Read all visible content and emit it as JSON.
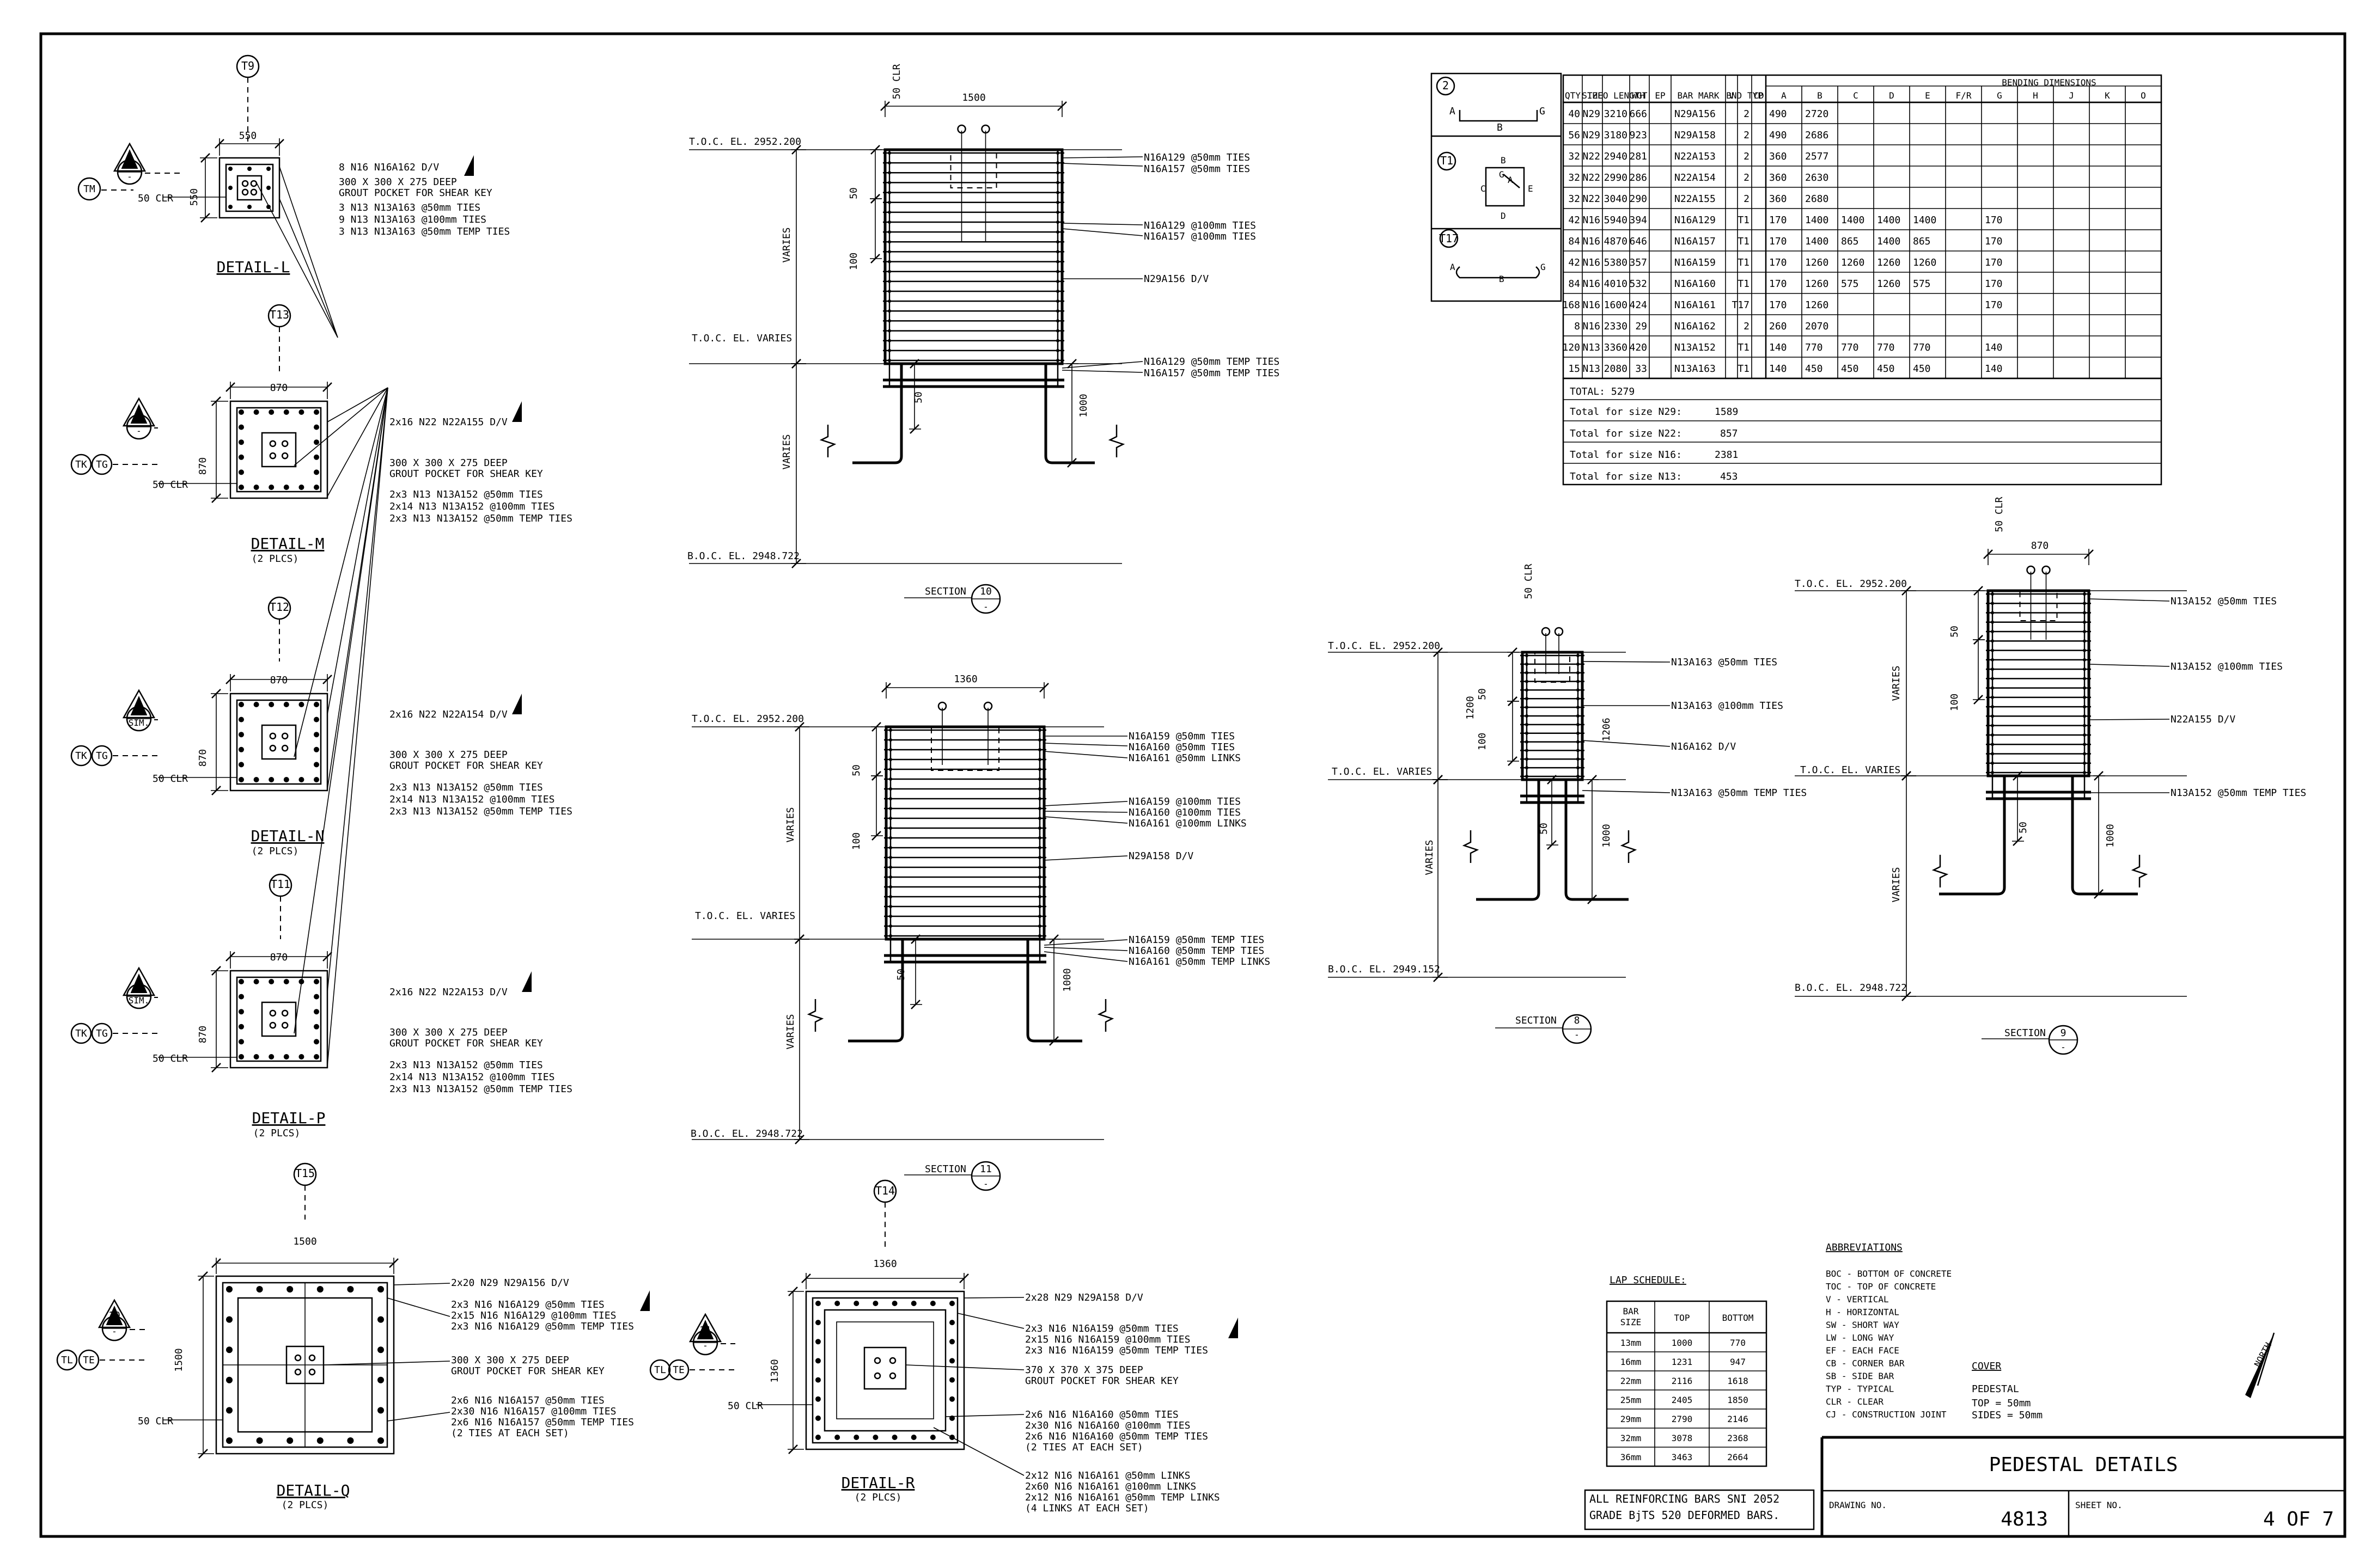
{
  "details": {
    "L": {
      "title": "DETAIL-L",
      "sub": "",
      "bubble": "T9",
      "ref_num": "8",
      "ref_sub": "-",
      "tags": [
        "TM"
      ],
      "clr": "50 CLR",
      "dim_w": "550",
      "dim_h": "550",
      "notes": [
        "8 N16 N16A162 D/V",
        "300 X 300 X 275 DEEP",
        "GROUT POCKET FOR SHEAR KEY",
        "3 N13 N13A163 @50mm TIES",
        "9 N13 N13A163 @100mm TIES",
        "3 N13 N13A163 @50mm TEMP TIES"
      ]
    },
    "M": {
      "title": "DETAIL-M",
      "sub": "(2 PLCS)",
      "bubble": "T13",
      "ref_num": "9",
      "ref_sub": "-",
      "tags": [
        "TK",
        "TG"
      ],
      "clr": "50 CLR",
      "dim_w": "870",
      "dim_h": "870",
      "notes": [
        "2x16 N22 N22A155 D/V",
        "300 X 300 X 275 DEEP",
        "GROUT POCKET FOR SHEAR KEY",
        "2x3 N13 N13A152 @50mm TIES",
        "2x14 N13 N13A152 @100mm TIES",
        "2x3 N13 N13A152 @50mm TEMP TIES"
      ]
    },
    "N": {
      "title": "DETAIL-N",
      "sub": "(2 PLCS)",
      "bubble": "T12",
      "ref_num": "9",
      "ref_sub": "SIM.",
      "tags": [
        "TK",
        "TG"
      ],
      "clr": "50 CLR",
      "dim_w": "870",
      "dim_h": "870",
      "notes": [
        "2x16 N22 N22A154 D/V",
        "300 X 300 X 275 DEEP",
        "GROUT POCKET FOR SHEAR KEY",
        "2x3 N13 N13A152 @50mm TIES",
        "2x14 N13 N13A152 @100mm TIES",
        "2x3 N13 N13A152 @50mm TEMP TIES"
      ]
    },
    "P": {
      "title": "DETAIL-P",
      "sub": "(2 PLCS)",
      "bubble": "T11",
      "ref_num": "9",
      "ref_sub": "SIM.",
      "tags": [
        "TK",
        "TG"
      ],
      "clr": "50 CLR",
      "dim_w": "870",
      "dim_h": "870",
      "notes": [
        "2x16 N22 N22A153 D/V",
        "300 X 300 X 275 DEEP",
        "GROUT POCKET FOR SHEAR KEY",
        "2x3 N13 N13A152 @50mm TIES",
        "2x14 N13 N13A152 @100mm TIES",
        "2x3 N13 N13A152 @50mm TEMP TIES"
      ]
    },
    "Q": {
      "title": "DETAIL-Q",
      "sub": "(2 PLCS)",
      "bubble": "T15",
      "ref_num": "10",
      "ref_sub": "-",
      "tags": [
        "TL",
        "TE"
      ],
      "clr": "50 CLR",
      "dim_w": "1500",
      "dim_h": "1500",
      "notes": [
        "2x20 N29 N29A156 D/V",
        "2x3 N16 N16A129 @50mm TIES",
        "2x15 N16 N16A129 @100mm TIES",
        "2x3 N16 N16A129 @50mm TEMP TIES",
        "300 X 300 X 275 DEEP",
        "GROUT POCKET FOR SHEAR KEY",
        "2x6 N16 N16A157 @50mm TIES",
        "2x30 N16 N16A157 @100mm TIES",
        "2x6 N16 N16A157 @50mm TEMP TIES",
        "(2 TIES AT EACH SET)"
      ]
    },
    "R": {
      "title": "DETAIL-R",
      "sub": "(2 PLCS)",
      "bubble": "T14",
      "ref_num": "11",
      "ref_sub": "-",
      "tags": [
        "TL",
        "TE"
      ],
      "clr": "50 CLR",
      "dim_w": "1360",
      "dim_h": "1360",
      "notes": [
        "2x28 N29 N29A158 D/V",
        "2x3 N16 N16A159 @50mm TIES",
        "2x15 N16 N16A159 @100mm TIES",
        "2x3 N16 N16A159 @50mm TEMP TIES",
        "370 X 370 X 375 DEEP",
        "GROUT POCKET FOR SHEAR KEY",
        "2x6 N16 N16A160 @50mm TIES",
        "2x30 N16 N16A160 @100mm TIES",
        "2x6 N16 N16A160 @50mm TEMP TIES",
        "(2 TIES AT EACH SET)",
        "2x12 N16 N16A161 @50mm LINKS",
        "2x60 N16 N16A161 @100mm LINKS",
        "2x12 N16 N16A161 @50mm TEMP LINKS",
        "(4 LINKS AT EACH SET)"
      ]
    }
  },
  "sections": {
    "s10": {
      "label": "SECTION",
      "num": "10",
      "sub": "-",
      "toc": "T.O.C. EL. 2952.200",
      "toc2": "T.O.C. EL. VARIES",
      "boc": "B.O.C. EL. 2948.722",
      "width": "1500",
      "clr": "50 CLR",
      "d50a": "50",
      "d100": "100",
      "d50b": "50",
      "d1000": "1000",
      "varies1": "VARIES",
      "varies2": "VARIES",
      "notes": [
        "N16A129 @50mm TIES",
        "N16A157 @50mm TIES",
        "N16A129 @100mm TIES",
        "N16A157 @100mm TIES",
        "N29A156 D/V",
        "N16A129 @50mm TEMP TIES",
        "N16A157 @50mm TEMP TIES"
      ]
    },
    "s11": {
      "label": "SECTION",
      "num": "11",
      "sub": "-",
      "toc": "T.O.C. EL. 2952.200",
      "toc2": "T.O.C. EL. VARIES",
      "boc": "B.O.C. EL. 2948.722",
      "width": "1360",
      "d50a": "50",
      "d100": "100",
      "d50b": "50",
      "d1000": "1000",
      "varies1": "VARIES",
      "varies2": "VARIES",
      "notes": [
        "N16A159 @50mm TIES",
        "N16A160 @50mm TIES",
        "N16A161 @50mm LINKS",
        "N16A159 @100mm TIES",
        "N16A160 @100mm TIES",
        "N16A161 @100mm LINKS",
        "N29A158 D/V",
        "N16A159 @50mm TEMP TIES",
        "N16A160 @50mm TEMP TIES",
        "N16A161 @50mm TEMP LINKS"
      ]
    },
    "s8": {
      "label": "SECTION",
      "num": "8",
      "sub": "-",
      "toc": "T.O.C. EL. 2952.200",
      "toc2": "T.O.C. EL. VARIES",
      "boc": "B.O.C. EL. 2949.152",
      "clr": "50 CLR",
      "d1200": "1200",
      "d1206": "1206",
      "d50a": "50",
      "d100": "100",
      "d50b": "50",
      "d1000": "1000",
      "varies": "VARIES",
      "notes": [
        "N13A163 @50mm TIES",
        "N13A163 @100mm TIES",
        "N16A162 D/V",
        "N13A163 @50mm TEMP TIES"
      ]
    },
    "s9": {
      "label": "SECTION",
      "num": "9",
      "sub": "-",
      "toc": "T.O.C. EL. 2952.200",
      "toc2": "T.O.C. EL. VARIES",
      "boc": "B.O.C. EL. 2948.722",
      "width": "870",
      "clr": "50 CLR",
      "d50a": "50",
      "d100": "100",
      "d50b": "50",
      "d1000": "1000",
      "varies1": "VARIES",
      "varies2": "VARIES",
      "notes": [
        "N13A152 @50mm TIES",
        "N13A152 @100mm TIES",
        "N22A155 D/V",
        "N13A152 @50mm TEMP TIES"
      ]
    }
  },
  "shapes": {
    "s2": "2",
    "t1": "T1",
    "t17": "T17",
    "a": "A",
    "b": "B",
    "c": "C",
    "d": "D",
    "e": "E",
    "g": "G"
  },
  "schedule": {
    "bending_title": "BENDING DIMENSIONS",
    "headers": [
      "QTY",
      "SIZE",
      "THEO LENGTH",
      "WGT",
      "EP",
      "BAR MARK",
      "V",
      "BND TYP",
      "CD",
      "A",
      "B",
      "C",
      "D",
      "E",
      "F/R",
      "G",
      "H",
      "J",
      "K",
      "O"
    ],
    "rows": [
      [
        "40",
        "N29",
        "3210",
        "666",
        "",
        "N29A156",
        "",
        "2",
        "",
        "490",
        "2720",
        "",
        "",
        "",
        "",
        "",
        "",
        "",
        "",
        ""
      ],
      [
        "56",
        "N29",
        "3180",
        "923",
        "",
        "N29A158",
        "",
        "2",
        "",
        "490",
        "2686",
        "",
        "",
        "",
        "",
        "",
        "",
        "",
        "",
        ""
      ],
      [
        "32",
        "N22",
        "2940",
        "281",
        "",
        "N22A153",
        "",
        "2",
        "",
        "360",
        "2577",
        "",
        "",
        "",
        "",
        "",
        "",
        "",
        "",
        ""
      ],
      [
        "32",
        "N22",
        "2990",
        "286",
        "",
        "N22A154",
        "",
        "2",
        "",
        "360",
        "2630",
        "",
        "",
        "",
        "",
        "",
        "",
        "",
        "",
        ""
      ],
      [
        "32",
        "N22",
        "3040",
        "290",
        "",
        "N22A155",
        "",
        "2",
        "",
        "360",
        "2680",
        "",
        "",
        "",
        "",
        "",
        "",
        "",
        "",
        ""
      ],
      [
        "42",
        "N16",
        "5940",
        "394",
        "",
        "N16A129",
        "",
        "T1",
        "",
        "170",
        "1400",
        "1400",
        "1400",
        "1400",
        "",
        "170",
        "",
        "",
        "",
        ""
      ],
      [
        "84",
        "N16",
        "4870",
        "646",
        "",
        "N16A157",
        "",
        "T1",
        "",
        "170",
        "1400",
        "865",
        "1400",
        "865",
        "",
        "170",
        "",
        "",
        "",
        ""
      ],
      [
        "42",
        "N16",
        "5380",
        "357",
        "",
        "N16A159",
        "",
        "T1",
        "",
        "170",
        "1260",
        "1260",
        "1260",
        "1260",
        "",
        "170",
        "",
        "",
        "",
        ""
      ],
      [
        "84",
        "N16",
        "4010",
        "532",
        "",
        "N16A160",
        "",
        "T1",
        "",
        "170",
        "1260",
        "575",
        "1260",
        "575",
        "",
        "170",
        "",
        "",
        "",
        ""
      ],
      [
        "168",
        "N16",
        "1600",
        "424",
        "",
        "N16A161",
        "",
        "T17",
        "",
        "170",
        "1260",
        "",
        "",
        "",
        "",
        "170",
        "",
        "",
        "",
        ""
      ],
      [
        "8",
        "N16",
        "2330",
        "29",
        "",
        "N16A162",
        "",
        "2",
        "",
        "260",
        "2070",
        "",
        "",
        "",
        "",
        "",
        "",
        "",
        "",
        ""
      ],
      [
        "120",
        "N13",
        "3360",
        "420",
        "",
        "N13A152",
        "",
        "T1",
        "",
        "140",
        "770",
        "770",
        "770",
        "770",
        "",
        "140",
        "",
        "",
        "",
        ""
      ],
      [
        "15",
        "N13",
        "2080",
        "33",
        "",
        "N13A163",
        "",
        "T1",
        "",
        "140",
        "450",
        "450",
        "450",
        "450",
        "",
        "140",
        "",
        "",
        "",
        ""
      ]
    ],
    "total": "TOTAL:  5279",
    "totals": [
      {
        "label": "Total for size   N29:",
        "value": "1589"
      },
      {
        "label": "Total for size   N22:",
        "value": "857"
      },
      {
        "label": "Total for size   N16:",
        "value": "2381"
      },
      {
        "label": "Total for size   N13:",
        "value": "453"
      }
    ]
  },
  "lap": {
    "title": "LAP SCHEDULE:",
    "headers": [
      "BAR SIZE",
      "TOP",
      "BOTTOM"
    ],
    "rows": [
      [
        "13mm",
        "1000",
        "770"
      ],
      [
        "16mm",
        "1231",
        "947"
      ],
      [
        "22mm",
        "2116",
        "1618"
      ],
      [
        "25mm",
        "2405",
        "1850"
      ],
      [
        "29mm",
        "2790",
        "2146"
      ],
      [
        "32mm",
        "3078",
        "2368"
      ],
      [
        "36mm",
        "3463",
        "2664"
      ]
    ]
  },
  "abbr": {
    "title": "ABBREVIATIONS",
    "items": [
      "BOC - BOTTOM OF CONCRETE",
      "TOC - TOP OF CONCRETE",
      "V - VERTICAL",
      "H - HORIZONTAL",
      "SW - SHORT WAY",
      "LW - LONG WAY",
      "EF - EACH FACE",
      "CB - CORNER BAR",
      "SB - SIDE BAR",
      "TYP - TYPICAL",
      "CLR - CLEAR",
      "CJ - CONSTRUCTION JOINT"
    ]
  },
  "cover": {
    "title": "COVER",
    "sub": "PEDESTAL",
    "top": "TOP = 50mm",
    "sides": "SIDES = 50mm"
  },
  "north": "NORTH",
  "bars_note": [
    "ALL REINFORCING BARS SNI 2052",
    "GRADE BjTS 520 DEFORMED BARS."
  ],
  "title_block": {
    "title": "PEDESTAL DETAILS",
    "drawing_label": "DRAWING NO.",
    "drawing_no": "4813",
    "sheet_label": "SHEET NO.",
    "sheet_no": "4 OF 7"
  }
}
